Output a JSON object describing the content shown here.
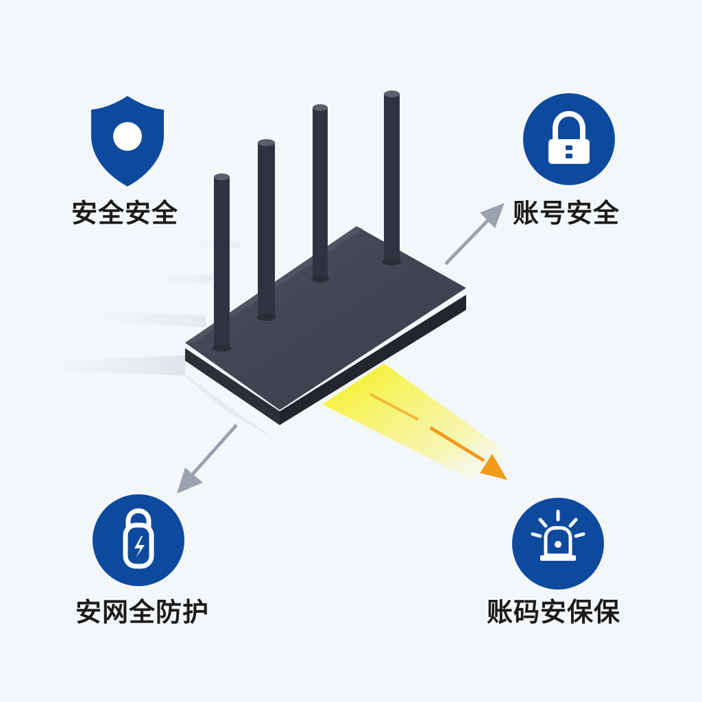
{
  "colors": {
    "background": "#f4f7fa",
    "icon_blue": "#0d4a9e",
    "router_body": "#3c3f4c",
    "arrow_gray": "#9aa3ad",
    "arrow_orange": "#f39a1a",
    "beam_yellow": "#f8f21a"
  },
  "features": {
    "top_left": {
      "label": "安全安全",
      "icon": "shield-icon"
    },
    "top_right": {
      "label": "账号安全",
      "icon": "padlock-icon"
    },
    "bottom_left": {
      "label": "安网全防护",
      "icon": "lightning-lock-icon"
    },
    "bottom_right": {
      "label": "账码安保保",
      "icon": "alarm-icon"
    }
  }
}
